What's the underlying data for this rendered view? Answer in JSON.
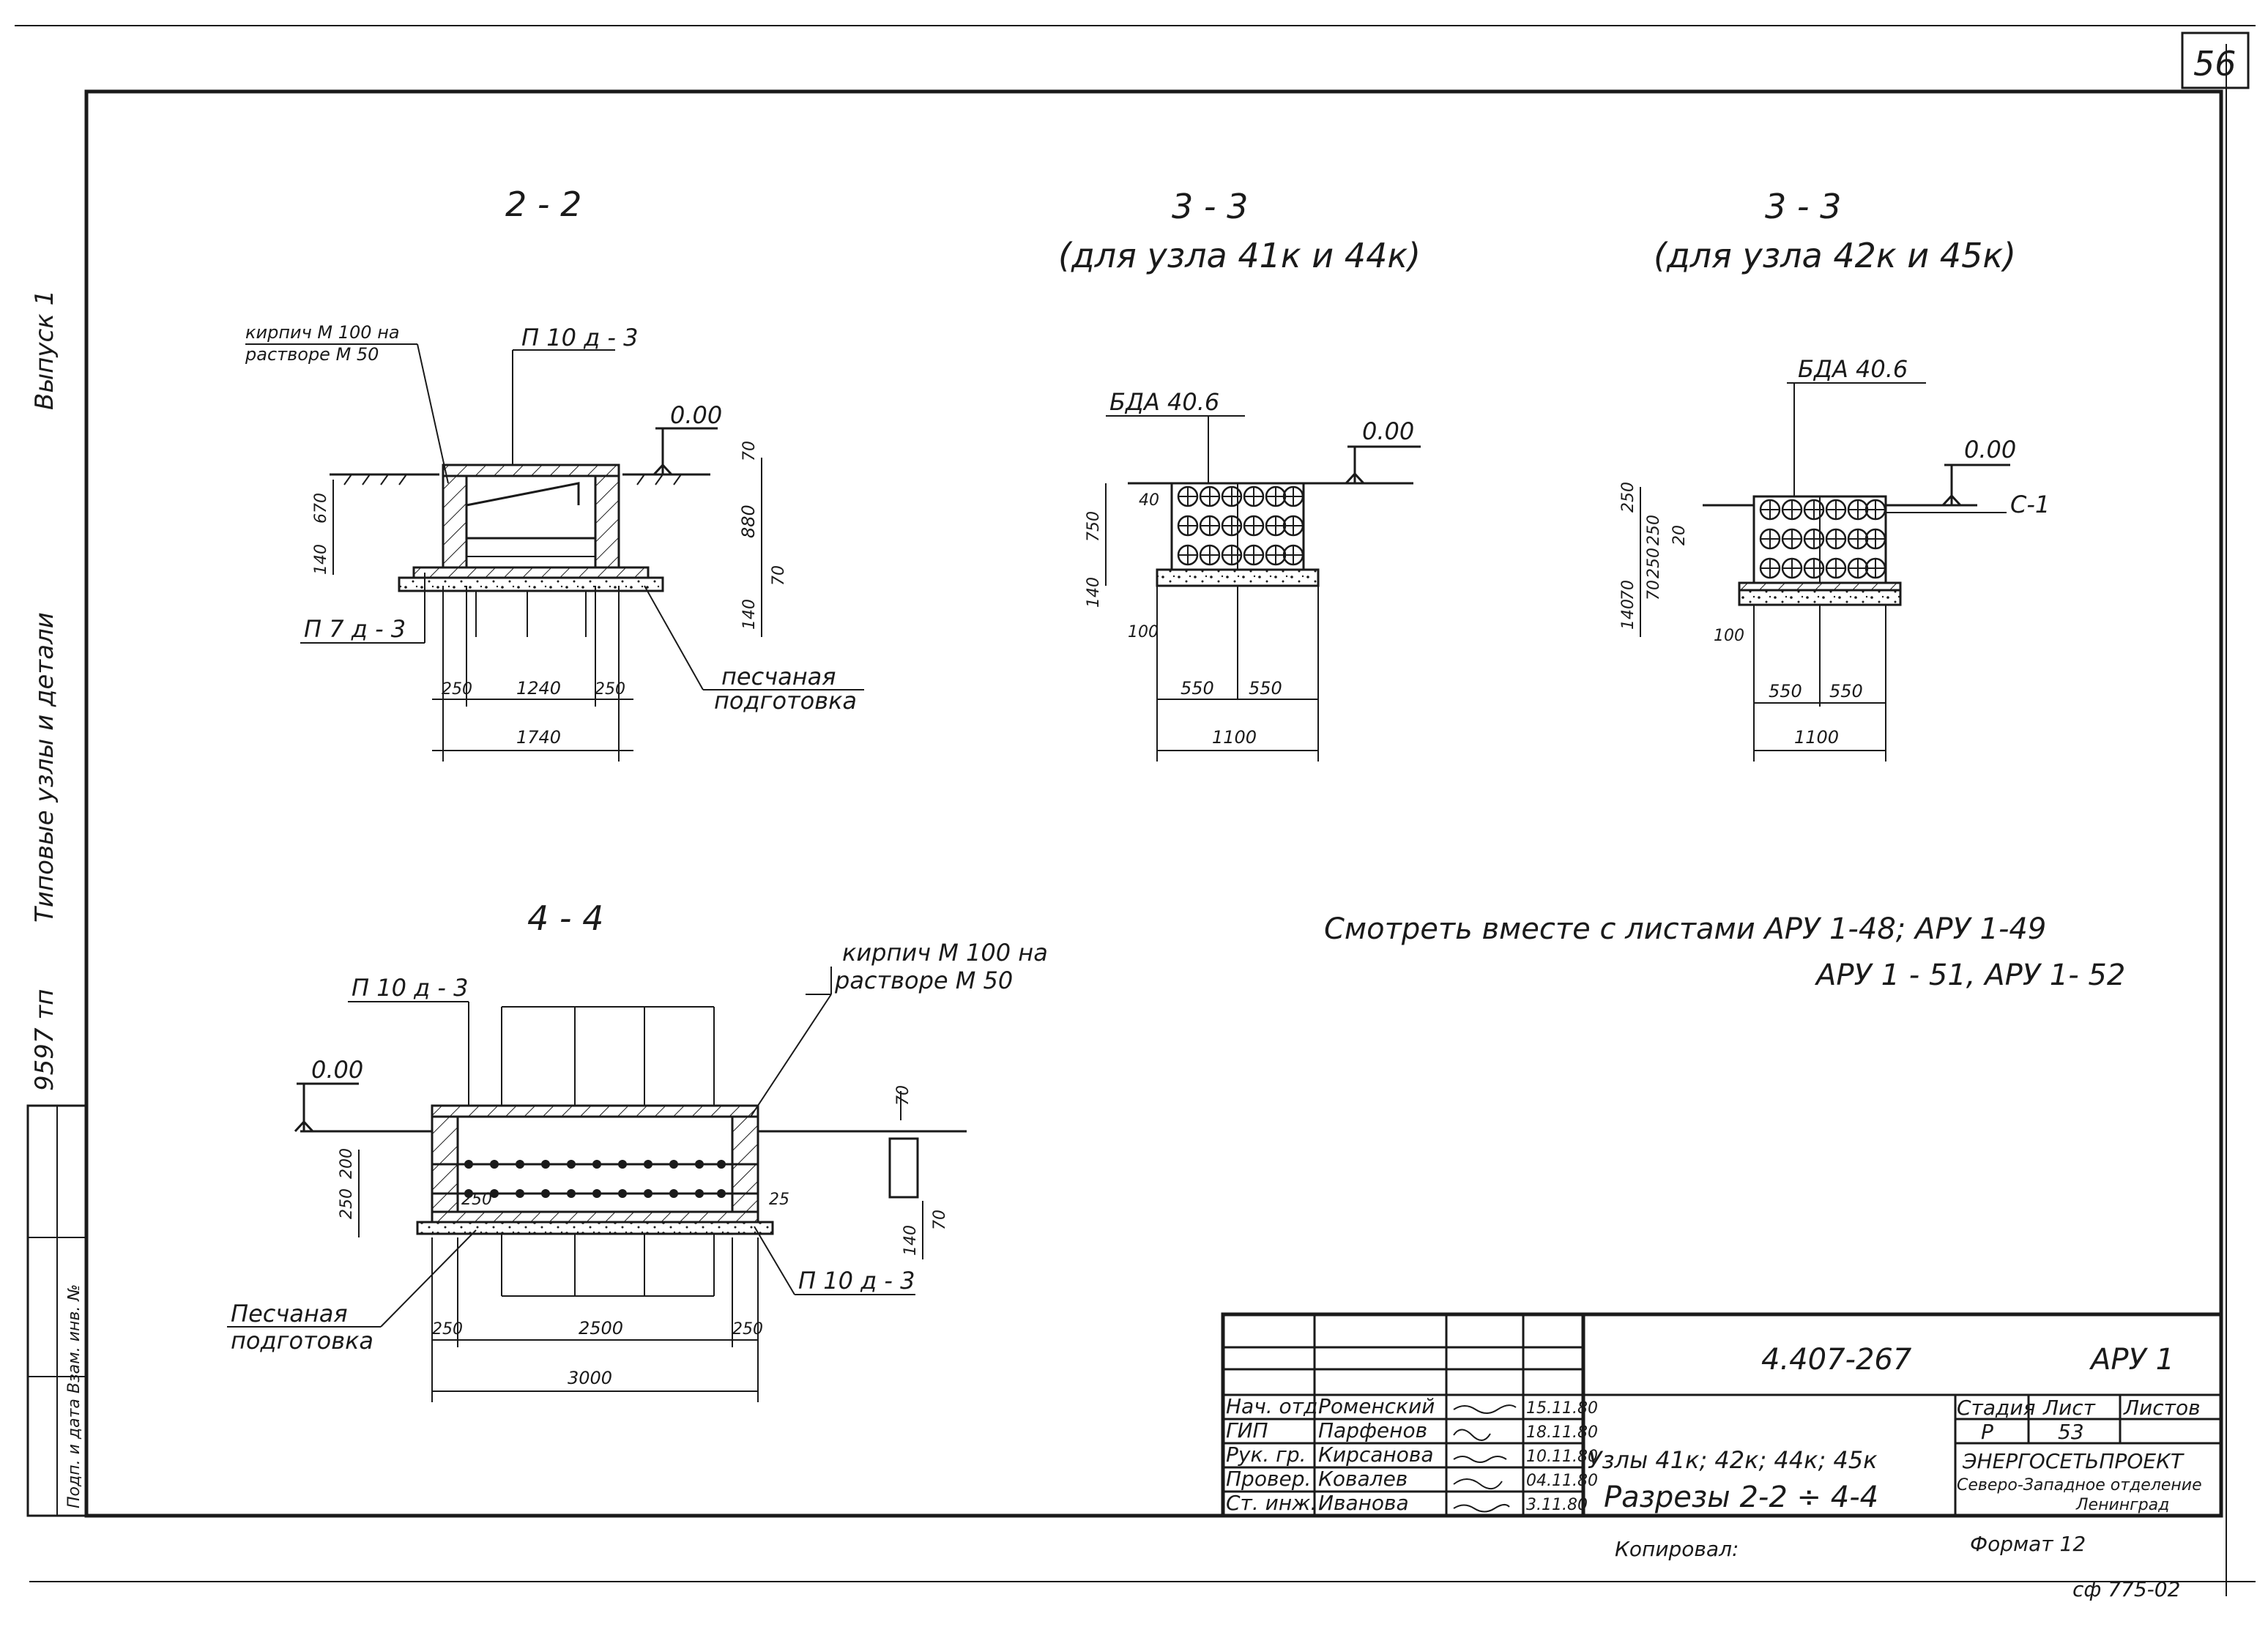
{
  "sheet_number": "56",
  "side_strip": {
    "series": "Выпуск 1",
    "subject": "Типовые узлы и детали",
    "inv_no": "9597 тп",
    "stamp_text": "Подп. и дата   Взам. инв. №"
  },
  "sections": {
    "s22": {
      "title": "2 - 2",
      "brick_note_1": "кирпич М 100 на",
      "brick_note_2": "растворе М 50",
      "slab_top": "П 10 д - 3",
      "slab_bottom": "П 7 д - 3",
      "level": "0.00",
      "sand_note_1": "песчаная",
      "sand_note_2": "подготовка",
      "dims": [
        "250",
        "1240",
        "250",
        "1740",
        "70",
        "880",
        "70",
        "140",
        "670",
        "140"
      ]
    },
    "s33a": {
      "title": "3 - 3",
      "subtitle": "(для узла 41к и 44к)",
      "block": "БДА 40.6",
      "level": "0.00",
      "dims": [
        "750",
        "140",
        "100",
        "550",
        "550",
        "1100",
        "40"
      ]
    },
    "s33b": {
      "title": "3 - 3",
      "subtitle": "(для узла 42к и 45к)",
      "block": "БДА 40.6",
      "level": "0.00",
      "cable": "С-1",
      "dims": [
        "250",
        "250",
        "250",
        "70",
        "140",
        "100",
        "550",
        "550",
        "1100",
        "70",
        "20"
      ]
    },
    "s44": {
      "title": "4 - 4",
      "slab_top": "П 10 д - 3",
      "brick_note_1": "кирпич М 100 на",
      "brick_note_2": "растворе М 50",
      "level": "0.00",
      "slab_bottom": "П 10 д - 3",
      "sand_note_1": "Песчаная",
      "sand_note_2": "подготовка",
      "dims": [
        "250",
        "2500",
        "250",
        "3000",
        "70",
        "250",
        "200",
        "140",
        "70",
        "250",
        "25"
      ]
    }
  },
  "note": {
    "line1": "Смотреть вместе с листами   АРУ 1-48; АРУ 1-49",
    "line2": "АРУ 1 - 51,  АРУ 1- 52"
  },
  "title_block": {
    "code": "4.407-267",
    "album": "АРУ 1",
    "people": [
      {
        "role": "Нач. отд.",
        "name": "Роменский",
        "date": "15.11.80"
      },
      {
        "role": "ГИП",
        "name": "Парфенов",
        "date": "18.11.80"
      },
      {
        "role": "Рук. гр.",
        "name": "Кирсанова",
        "date": "10.11.80"
      },
      {
        "role": "Провер.",
        "name": "Ковалев",
        "date": "04.11.80"
      },
      {
        "role": "Ст. инж.",
        "name": "Иванова",
        "date": "3.11.80"
      }
    ],
    "drawing_title_1": "Узлы 41к; 42к; 44к; 45к",
    "drawing_title_2": "Разрезы  2-2 ÷ 4-4",
    "stage_label": "Стадия",
    "sheet_label": "Лист",
    "sheets_label": "Листов",
    "stage": "Р",
    "sheet": "53",
    "org": "ЭНЕРГОСЕТЬПРОЕКТ",
    "org_dept": "Северо-Западное отделение",
    "org_city": "Ленинград",
    "copied": "Копировал:",
    "format": "Формат 12",
    "ref": "сф 775-02"
  }
}
